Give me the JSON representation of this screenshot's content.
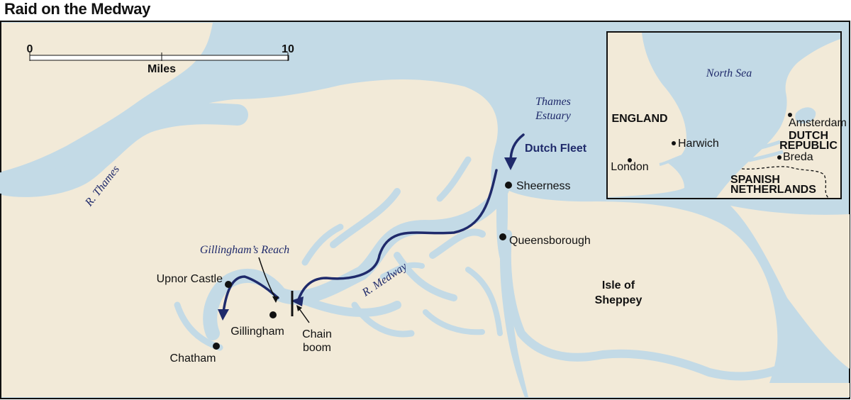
{
  "title": "Raid on the Medway",
  "colors": {
    "water": "#c3dae6",
    "land": "#f2ead8",
    "route": "#1f2a6b",
    "border": "#111111"
  },
  "scale_bar": {
    "start": "0",
    "end": "10",
    "unit": "Miles"
  },
  "labels": {
    "thames_estuary_1": "Thames",
    "thames_estuary_2": "Estuary",
    "dutch_fleet": "Dutch Fleet",
    "sheerness": "Sheerness",
    "queensborough": "Queensborough",
    "isle_1": "Isle of",
    "isle_2": "Sheppey",
    "r_thames": "R. Thames",
    "r_medway": "R. Medway",
    "gillinghams_reach": "Gillingham’s Reach",
    "upnor_castle": "Upnor Castle",
    "gillingham": "Gillingham",
    "chatham": "Chatham",
    "chain_1": "Chain",
    "chain_2": "boom"
  },
  "inset": {
    "north_sea": "North Sea",
    "england": "ENGLAND",
    "harwich": "Harwich",
    "london": "London",
    "amsterdam": "Amsterdam",
    "dutch_1": "DUTCH",
    "dutch_2": "REPUBLIC",
    "breda": "Breda",
    "spanish_1": "SPANISH",
    "spanish_2": "NETHERLANDS"
  }
}
